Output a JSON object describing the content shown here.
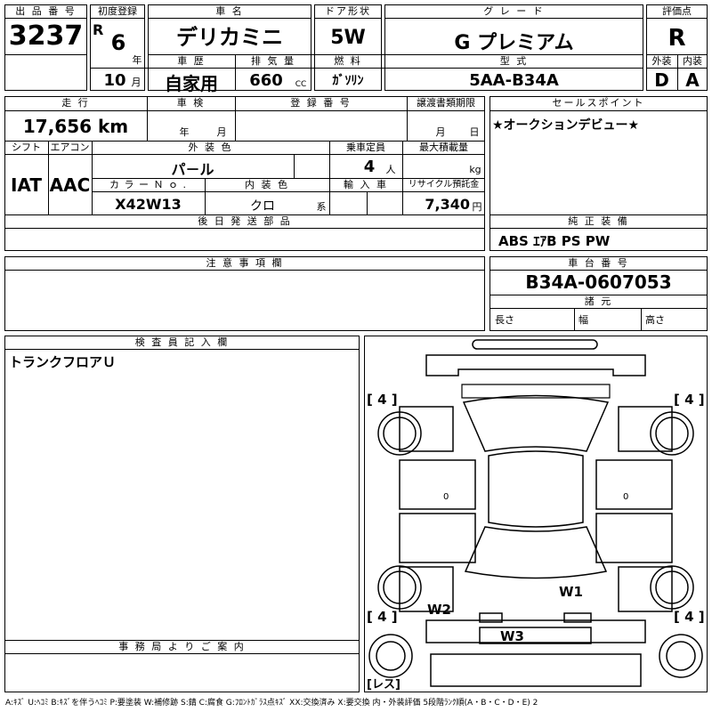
{
  "header": {
    "lot_no_label": "出 品 番 号",
    "lot_no": "3237",
    "first_reg_label": "初度登録",
    "era": "R",
    "year": "6",
    "year_unit": "年",
    "month": "10",
    "month_unit": "月",
    "car_name_label": "車 名",
    "car_name": "デリカミニ",
    "history_label": "車 歴",
    "history": "自家用",
    "displacement_label": "排 気 量",
    "displacement": "660",
    "displacement_unit": "CC",
    "door_label": "ドア形状",
    "door": "5W",
    "fuel_label": "燃 料",
    "fuel": "ｶﾞｿﾘﾝ",
    "grade_label": "グ レ ー ド",
    "grade": "G プレミアム",
    "model_label": "型 式",
    "model": "5AA-B34A",
    "score_label": "評価点",
    "score": "R",
    "exterior_label": "外装",
    "exterior": "D",
    "interior_label": "内装",
    "interior": "A"
  },
  "row2": {
    "mileage_label": "走 行",
    "mileage": "17,656 km",
    "inspection_label": "車 検",
    "inspection_year_unit": "年",
    "inspection_month_unit": "月",
    "reg_no_label": "登 録 番 号",
    "transfer_label": "譲渡書類期限",
    "transfer_month_unit": "月",
    "transfer_day_unit": "日",
    "sales_point_label": "セールスポイント",
    "sales_point": "★オークションデビュー★"
  },
  "row3": {
    "shift_label": "シフト",
    "shift": "IAT",
    "ac_label": "エアコン",
    "ac": "AAC",
    "ext_color_label": "外 装 色",
    "ext_color": "パ－ル",
    "capacity_label": "乗車定員",
    "capacity": "4",
    "capacity_unit": "人",
    "max_load_label": "最大積載量",
    "max_load_unit": "kg",
    "color_no_label": "カ ラ ー Ｎ ｏ .",
    "color_no": "X42W13",
    "int_color_label": "内 装 色",
    "int_color": "クロ",
    "int_color_unit": "系",
    "import_label": "輸 入 車",
    "recycle_label": "リサイクル預託金",
    "recycle": "7,340",
    "recycle_unit": "円",
    "later_parts_label": "後 日 発 送 部 品",
    "genuine_label": "純 正 装 備",
    "genuine": "ABS ｴｱB PS PW"
  },
  "notes": {
    "caution_label": "注 意 事 項 欄",
    "chassis_label": "車 台 番 号",
    "chassis": "B34A-0607053",
    "specs_label": "諸 元",
    "length_label": "長さ",
    "width_label": "幅",
    "height_label": "高さ"
  },
  "inspector": {
    "label": "検 査 員 記 入 欄",
    "text": "トランクフロアＵ"
  },
  "office": {
    "label": "事 務 局 よ り ご 案 内"
  },
  "diagram": {
    "tire_fl": "[ 4 ]",
    "tire_fr": "[ 4 ]",
    "tire_rl": "[ 4 ]",
    "tire_rr": "[ 4 ]",
    "spare": "[レス]",
    "mark_w1": "W1",
    "mark_w2": "W2",
    "mark_w3": "W3",
    "zero": "0"
  },
  "legend": "A:ｷｽﾞ U:ﾍｺﾐ B:ｷｽﾞを伴うﾍｺﾐ P:要塗装 W:補修跡 S:錆 C:腐食 G:ﾌﾛﾝﾄｶﾞﾗｽ点ｷｽﾞ XX:交換済み X:要交換 内・外装評価 5段階ﾗﾝｸ順(A・B・C・D・E) 2"
}
